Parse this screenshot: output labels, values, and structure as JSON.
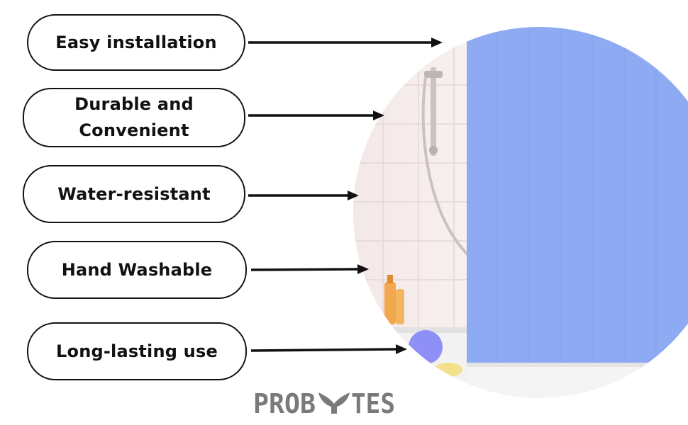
{
  "features": [
    "Easy installation",
    "Durable and\nConvenient",
    "Water-resistant",
    "Hand Washable",
    "Long-lasting use"
  ],
  "logo": {
    "text": "PROBYTES",
    "icon": "whale-tail-icon",
    "color": "#7a7a7a"
  },
  "colors": {
    "curtain": "#8eaaf2",
    "outline": "#111111"
  }
}
